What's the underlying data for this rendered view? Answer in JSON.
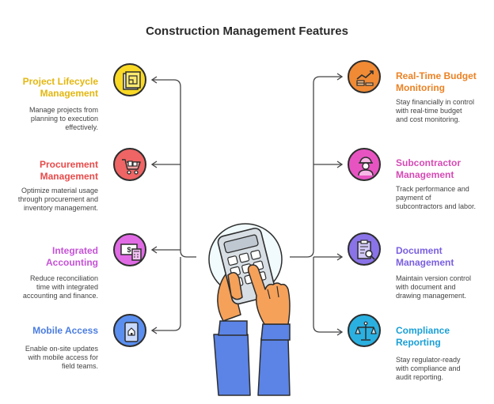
{
  "title": "Construction Management Features",
  "colors": {
    "yellow": "#f9d926",
    "red": "#ef6464",
    "purple_pink": "#e06be5",
    "blue": "#5a8ff0",
    "orange": "#f08a34",
    "magenta": "#e754c2",
    "violet": "#8a73e8",
    "cyan": "#2ab0e0",
    "line": "#444444"
  },
  "features": [
    {
      "title": "Project Lifecycle Management",
      "desc": "Manage projects from planning to execution effectively.",
      "icon": "blueprint-icon",
      "color": "#f9d926",
      "text_color": "#e3b70f"
    },
    {
      "title": "Procurement Management",
      "desc": "Optimize material usage through procurement and inventory management.",
      "icon": "cart-icon",
      "color": "#ef6464",
      "text_color": "#e84a4a"
    },
    {
      "title": "Integrated Accounting",
      "desc": "Reduce reconciliation time with integrated accounting and finance.",
      "icon": "money-calculator-icon",
      "color": "#e06be5",
      "text_color": "#c552d6"
    },
    {
      "title": "Mobile Access",
      "desc": "Enable on-site updates with mobile access for field teams.",
      "icon": "mobile-icon",
      "color": "#5a8ff0",
      "text_color": "#4a7de0"
    },
    {
      "title": "Real-Time Budget Monitoring",
      "desc": "Stay financially in control with real-time budget and cost monitoring.",
      "icon": "budget-chart-icon",
      "color": "#f08a34",
      "text_color": "#ec8224"
    },
    {
      "title": "Subcontractor Management",
      "desc": "Track performance and payment of subcontractors and labor.",
      "icon": "worker-icon",
      "color": "#e754c2",
      "text_color": "#d64bb5"
    },
    {
      "title": "Document Management",
      "desc": "Maintain version control with document and drawing management.",
      "icon": "document-search-icon",
      "color": "#8a73e8",
      "text_color": "#7a5fe0"
    },
    {
      "title": "Compliance Reporting",
      "desc": "Stay regulator-ready with compliance and audit reporting.",
      "icon": "scales-icon",
      "color": "#2ab0e0",
      "text_color": "#1aa0d6"
    }
  ]
}
